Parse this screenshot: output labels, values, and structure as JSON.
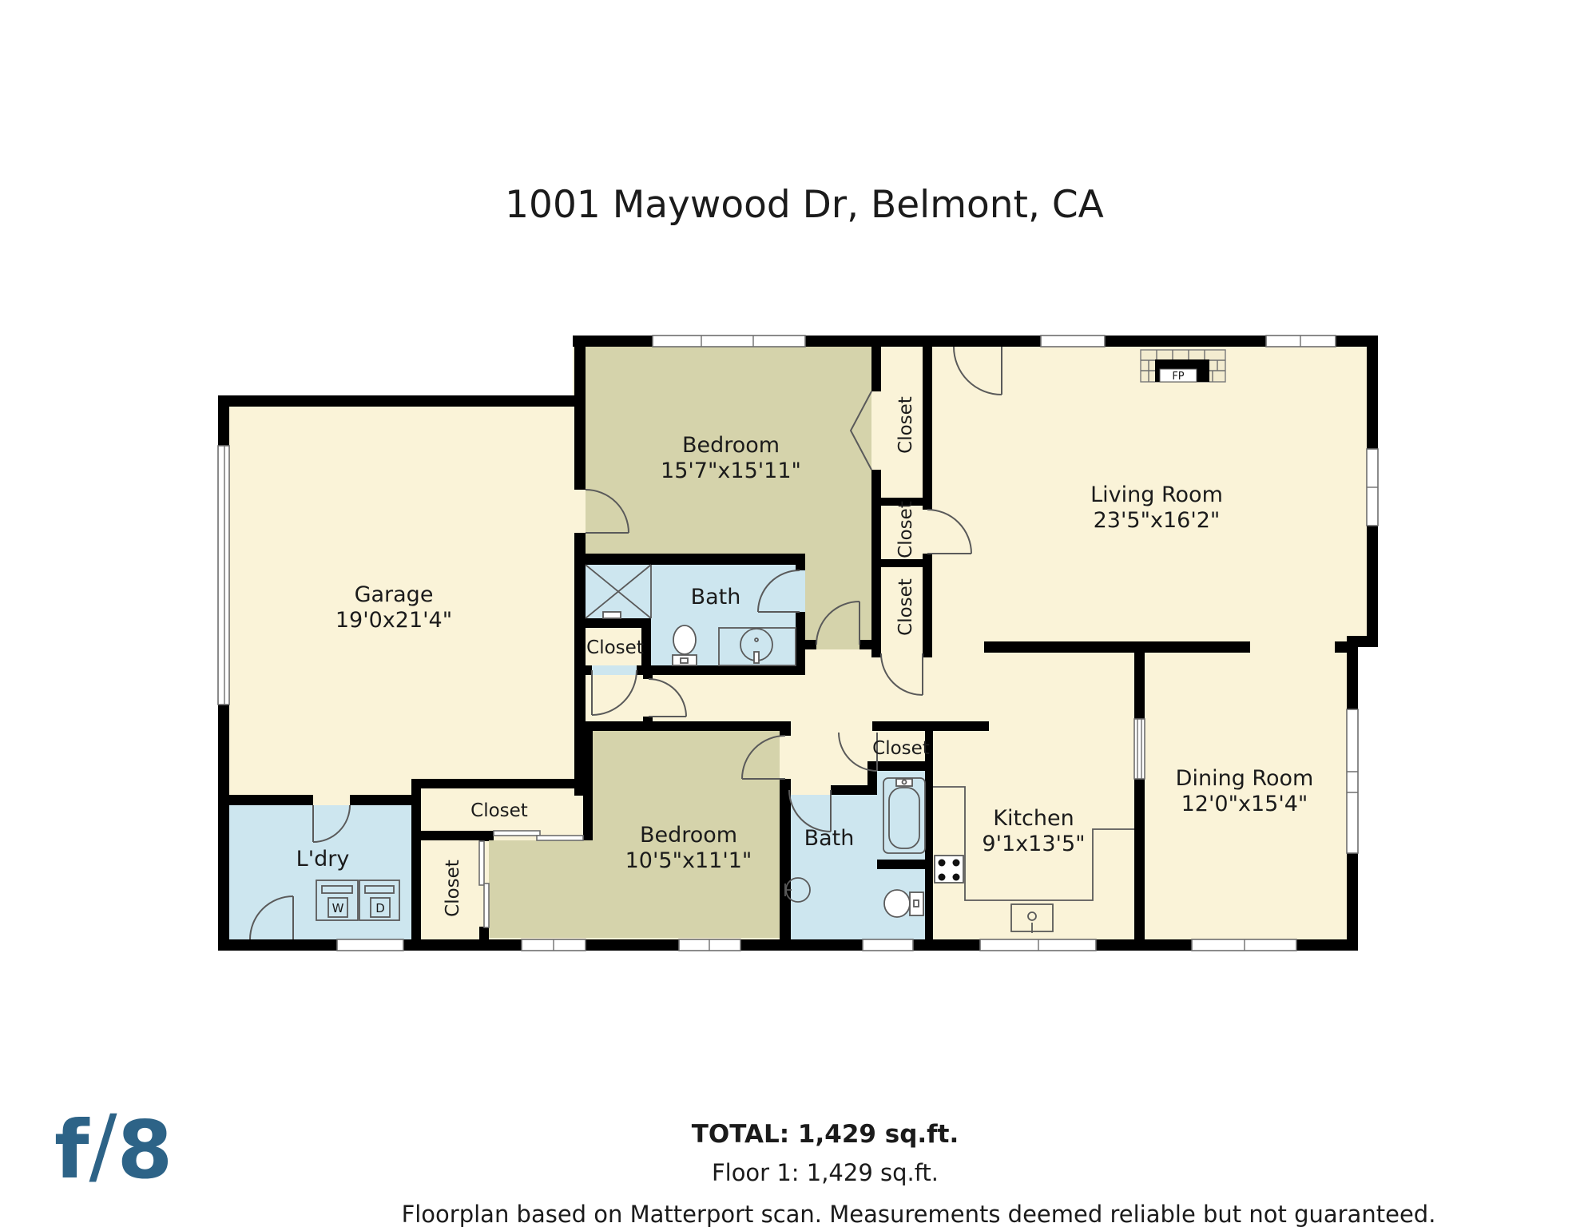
{
  "title": "1001 Maywood Dr, Belmont, CA",
  "floorplan": {
    "rooms": {
      "garage": {
        "name": "Garage",
        "dims": "19'0x21'4\""
      },
      "bedroom_top": {
        "name": "Bedroom",
        "dims": "15'7\"x15'11\""
      },
      "living_room": {
        "name": "Living Room",
        "dims": "23'5\"x16'2\""
      },
      "bath_top": {
        "name": "Bath"
      },
      "bedroom_bottom": {
        "name": "Bedroom",
        "dims": "10'5\"x11'1\""
      },
      "bath_bottom": {
        "name": "Bath"
      },
      "kitchen": {
        "name": "Kitchen",
        "dims": "9'1x13'5\""
      },
      "dining_room": {
        "name": "Dining Room",
        "dims": "12'0\"x15'4\""
      },
      "laundry": {
        "name": "L'dry"
      }
    },
    "labels": {
      "closet": "Closet",
      "fireplace": "FP",
      "washer": "W",
      "dryer": "D"
    }
  },
  "footer": {
    "total": "TOTAL: 1,429 sq.ft.",
    "floor": "Floor 1: 1,429 sq.ft.",
    "disclaimer": "Floorplan based on Matterport scan. Measurements deemed reliable but not guaranteed."
  },
  "logo": {
    "f": "f",
    "slash": "/",
    "eight": "8"
  },
  "colors": {
    "wall": "#000000",
    "room_fill": "#faf3d8",
    "bedroom_fill": "#d5d3ab",
    "bath_fill": "#cde6ef",
    "text": "#1b1b1b",
    "logo": "#2d6387"
  }
}
